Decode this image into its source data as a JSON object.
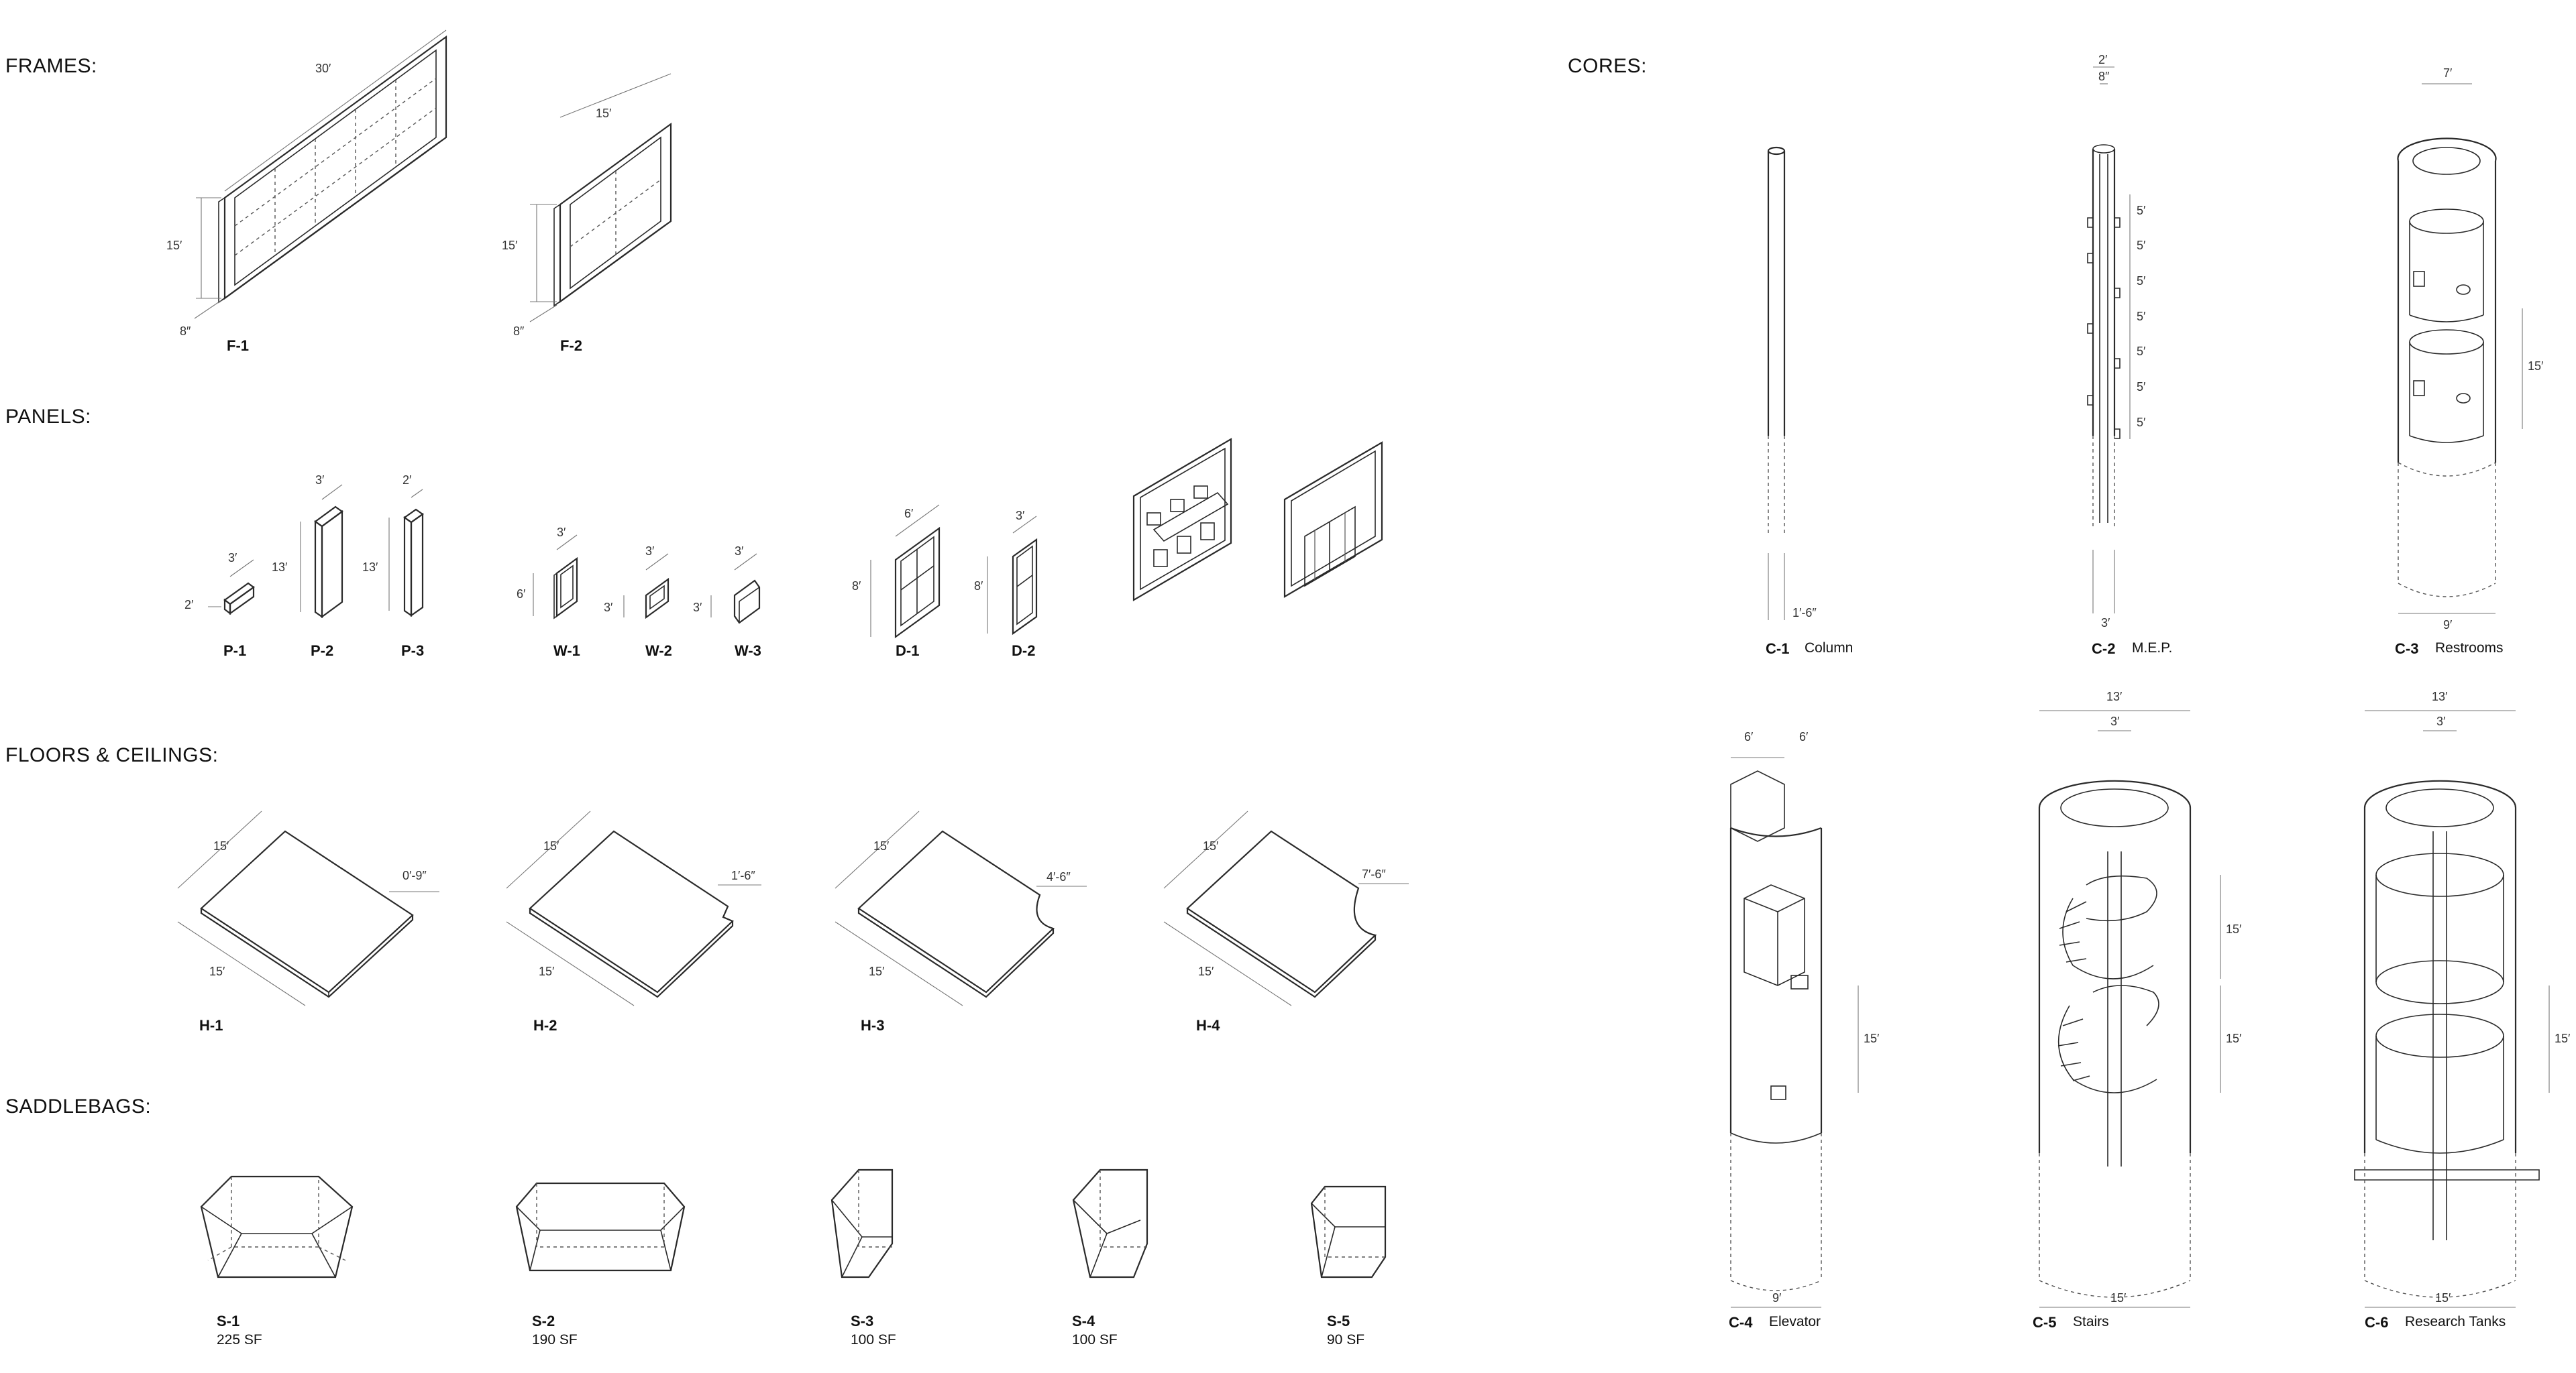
{
  "sections": {
    "frames": "FRAMES:",
    "panels": "PANELS:",
    "floors": "FLOORS & CEILINGS:",
    "saddlebags": "SADDLEBAGS:",
    "cores": "CORES:"
  },
  "frames": [
    {
      "code": "F-1",
      "dims": {
        "length": "30′",
        "height": "15′",
        "depth": "8″"
      }
    },
    {
      "code": "F-2",
      "dims": {
        "length": "15′",
        "height": "15′",
        "depth": "8″"
      }
    }
  ],
  "panels": [
    {
      "code": "P-1",
      "dims": [
        "3′",
        "2′"
      ]
    },
    {
      "code": "P-2",
      "dims": [
        "3′",
        "13′"
      ]
    },
    {
      "code": "P-3",
      "dims": [
        "2′",
        "13′"
      ]
    },
    {
      "code": "W-1",
      "dims": [
        "3′",
        "6′"
      ]
    },
    {
      "code": "W-2",
      "dims": [
        "3′",
        "3′"
      ]
    },
    {
      "code": "W-3",
      "dims": [
        "3′",
        "3′"
      ]
    },
    {
      "code": "D-1",
      "dims": [
        "6′",
        "8′"
      ]
    },
    {
      "code": "D-2",
      "dims": [
        "3′",
        "8′"
      ]
    }
  ],
  "floors": [
    {
      "code": "H-1",
      "dims": [
        "15′",
        "15′",
        "0′-9″"
      ]
    },
    {
      "code": "H-2",
      "dims": [
        "15′",
        "15′",
        "1′-6″"
      ]
    },
    {
      "code": "H-3",
      "dims": [
        "15′",
        "15′",
        "4′-6″"
      ]
    },
    {
      "code": "H-4",
      "dims": [
        "15′",
        "15′",
        "7′-6″"
      ]
    }
  ],
  "saddlebags": [
    {
      "code": "S-1",
      "area": "225 SF"
    },
    {
      "code": "S-2",
      "area": "190 SF"
    },
    {
      "code": "S-3",
      "area": "100 SF"
    },
    {
      "code": "S-4",
      "area": "100 SF"
    },
    {
      "code": "S-5",
      "area": "90 SF"
    }
  ],
  "cores": [
    {
      "code": "C-1",
      "name": "Column",
      "dims": [
        "1′-6″"
      ]
    },
    {
      "code": "C-2",
      "name": "M.E.P.",
      "dims": [
        "2′",
        "8″",
        "5′",
        "5′",
        "5′",
        "5′",
        "5′",
        "5′",
        "5′",
        "3′"
      ]
    },
    {
      "code": "C-3",
      "name": "Restrooms",
      "dims": [
        "7′",
        "15′",
        "9′"
      ]
    },
    {
      "code": "C-4",
      "name": "Elevator",
      "dims": [
        "6′",
        "6′",
        "15′",
        "9′"
      ]
    },
    {
      "code": "C-5",
      "name": "Stairs",
      "dims": [
        "13′",
        "3′",
        "15′",
        "15′",
        "15′"
      ]
    },
    {
      "code": "C-6",
      "name": "Research Tanks",
      "dims": [
        "13′",
        "3′",
        "15′",
        "15′"
      ]
    }
  ]
}
